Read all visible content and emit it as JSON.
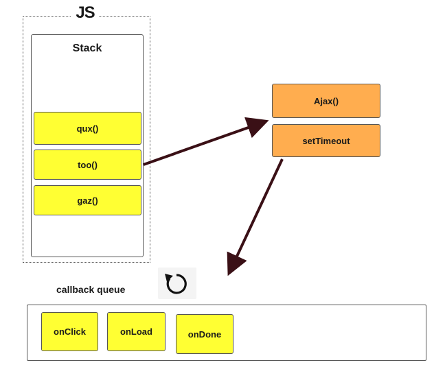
{
  "js_runtime": {
    "title": "JS",
    "stack": {
      "title": "Stack",
      "frames": [
        "qux()",
        "too()",
        "gaz()"
      ]
    }
  },
  "web_apis": {
    "items": [
      "Ajax()",
      "setTimeout"
    ]
  },
  "callback_queue": {
    "label": "callback queue",
    "items": [
      "onClick",
      "onLoad",
      "onDone"
    ]
  },
  "event_loop_icon": "refresh-icon",
  "colors": {
    "stack_frame": "#ffff33",
    "web_api": "#ffad4f",
    "arrow": "#3a1016",
    "border": "#555555"
  }
}
